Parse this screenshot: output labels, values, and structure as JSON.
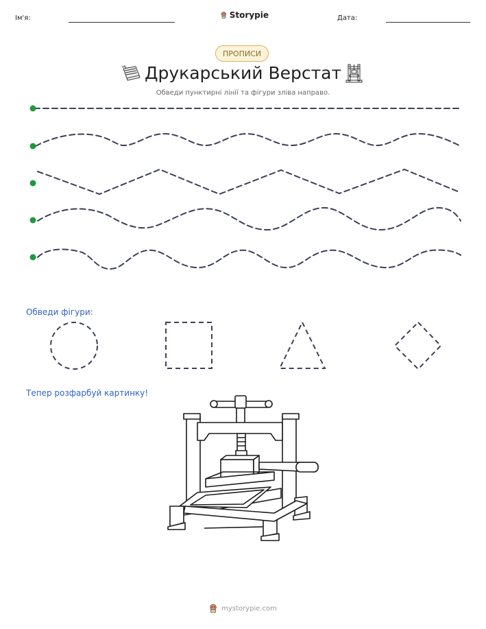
{
  "header": {
    "name_label": "Ім'я:",
    "date_label": "Дата:",
    "brand": "Storypie",
    "brand_icon": "storypie-mascot-icon"
  },
  "badge": "ПРОПИСИ",
  "title": "Друкарський Верстат",
  "title_icons": [
    "typewriter-icon",
    "printing-press-icon"
  ],
  "subtitle": "Обведи пунктирні лінії та фігури зліва направо.",
  "tracing_lines": [
    {
      "type": "straight",
      "start_marker": "green-dot"
    },
    {
      "type": "wave",
      "start_marker": "green-dot"
    },
    {
      "type": "zigzag",
      "start_marker": "green-dot"
    },
    {
      "type": "wave",
      "start_marker": "green-dot"
    },
    {
      "type": "wave",
      "start_marker": "green-dot"
    }
  ],
  "shapes_section": {
    "label": "Обведи фігури:",
    "shapes": [
      "circle",
      "square",
      "triangle",
      "diamond"
    ]
  },
  "coloring_section": {
    "label": "Тепер розфарбуй картинку!",
    "picture": "printing-press"
  },
  "footer": "mystorypie.com",
  "colors": {
    "dash": "#3b3f58",
    "start_dot": "#1e9a3e",
    "section_text": "#2f62c9",
    "badge_border": "#d8b25c",
    "badge_fill": "#fdf3da"
  }
}
